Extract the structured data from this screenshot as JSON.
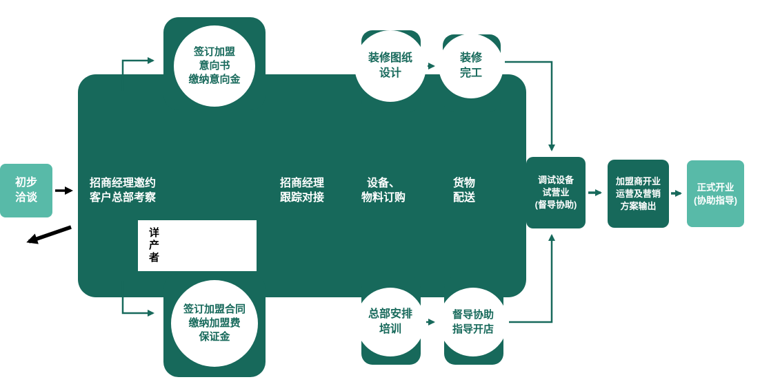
{
  "colors": {
    "dark_teal": "#17695b",
    "light_teal": "#58baa8",
    "annotation_black": "#000000",
    "text_on_dark": "#ffffff"
  },
  "start_box": {
    "label": "初步\n洽谈"
  },
  "main_panel": {
    "steps": [
      {
        "label": "招商经理邀约\n客户总部考察"
      },
      {
        "label": "招商经理\n跟踪对接"
      },
      {
        "label": "设备、\n物料订购"
      },
      {
        "label": "货物\n配送"
      }
    ],
    "trial_box": {
      "label": "调试设备\n试营业\n(督导协助)"
    }
  },
  "top_circles": [
    {
      "label": "签订加盟\n意向书\n缴纳意向金"
    },
    {
      "label": "装修图纸\n设计"
    },
    {
      "label": "装修\n完工"
    }
  ],
  "bottom_circles": [
    {
      "label": "签订加盟合同\n缴纳加盟费\n保证金"
    },
    {
      "label": "总部安排\n培训"
    },
    {
      "label": "督导协助\n指导开店"
    }
  ],
  "result_boxes": [
    {
      "label": "加盟商开业\n运营及营销\n方案输出"
    },
    {
      "label": "正式开业\n(协助指导)"
    }
  ],
  "annotation": {
    "text": "详\n产\n者"
  }
}
